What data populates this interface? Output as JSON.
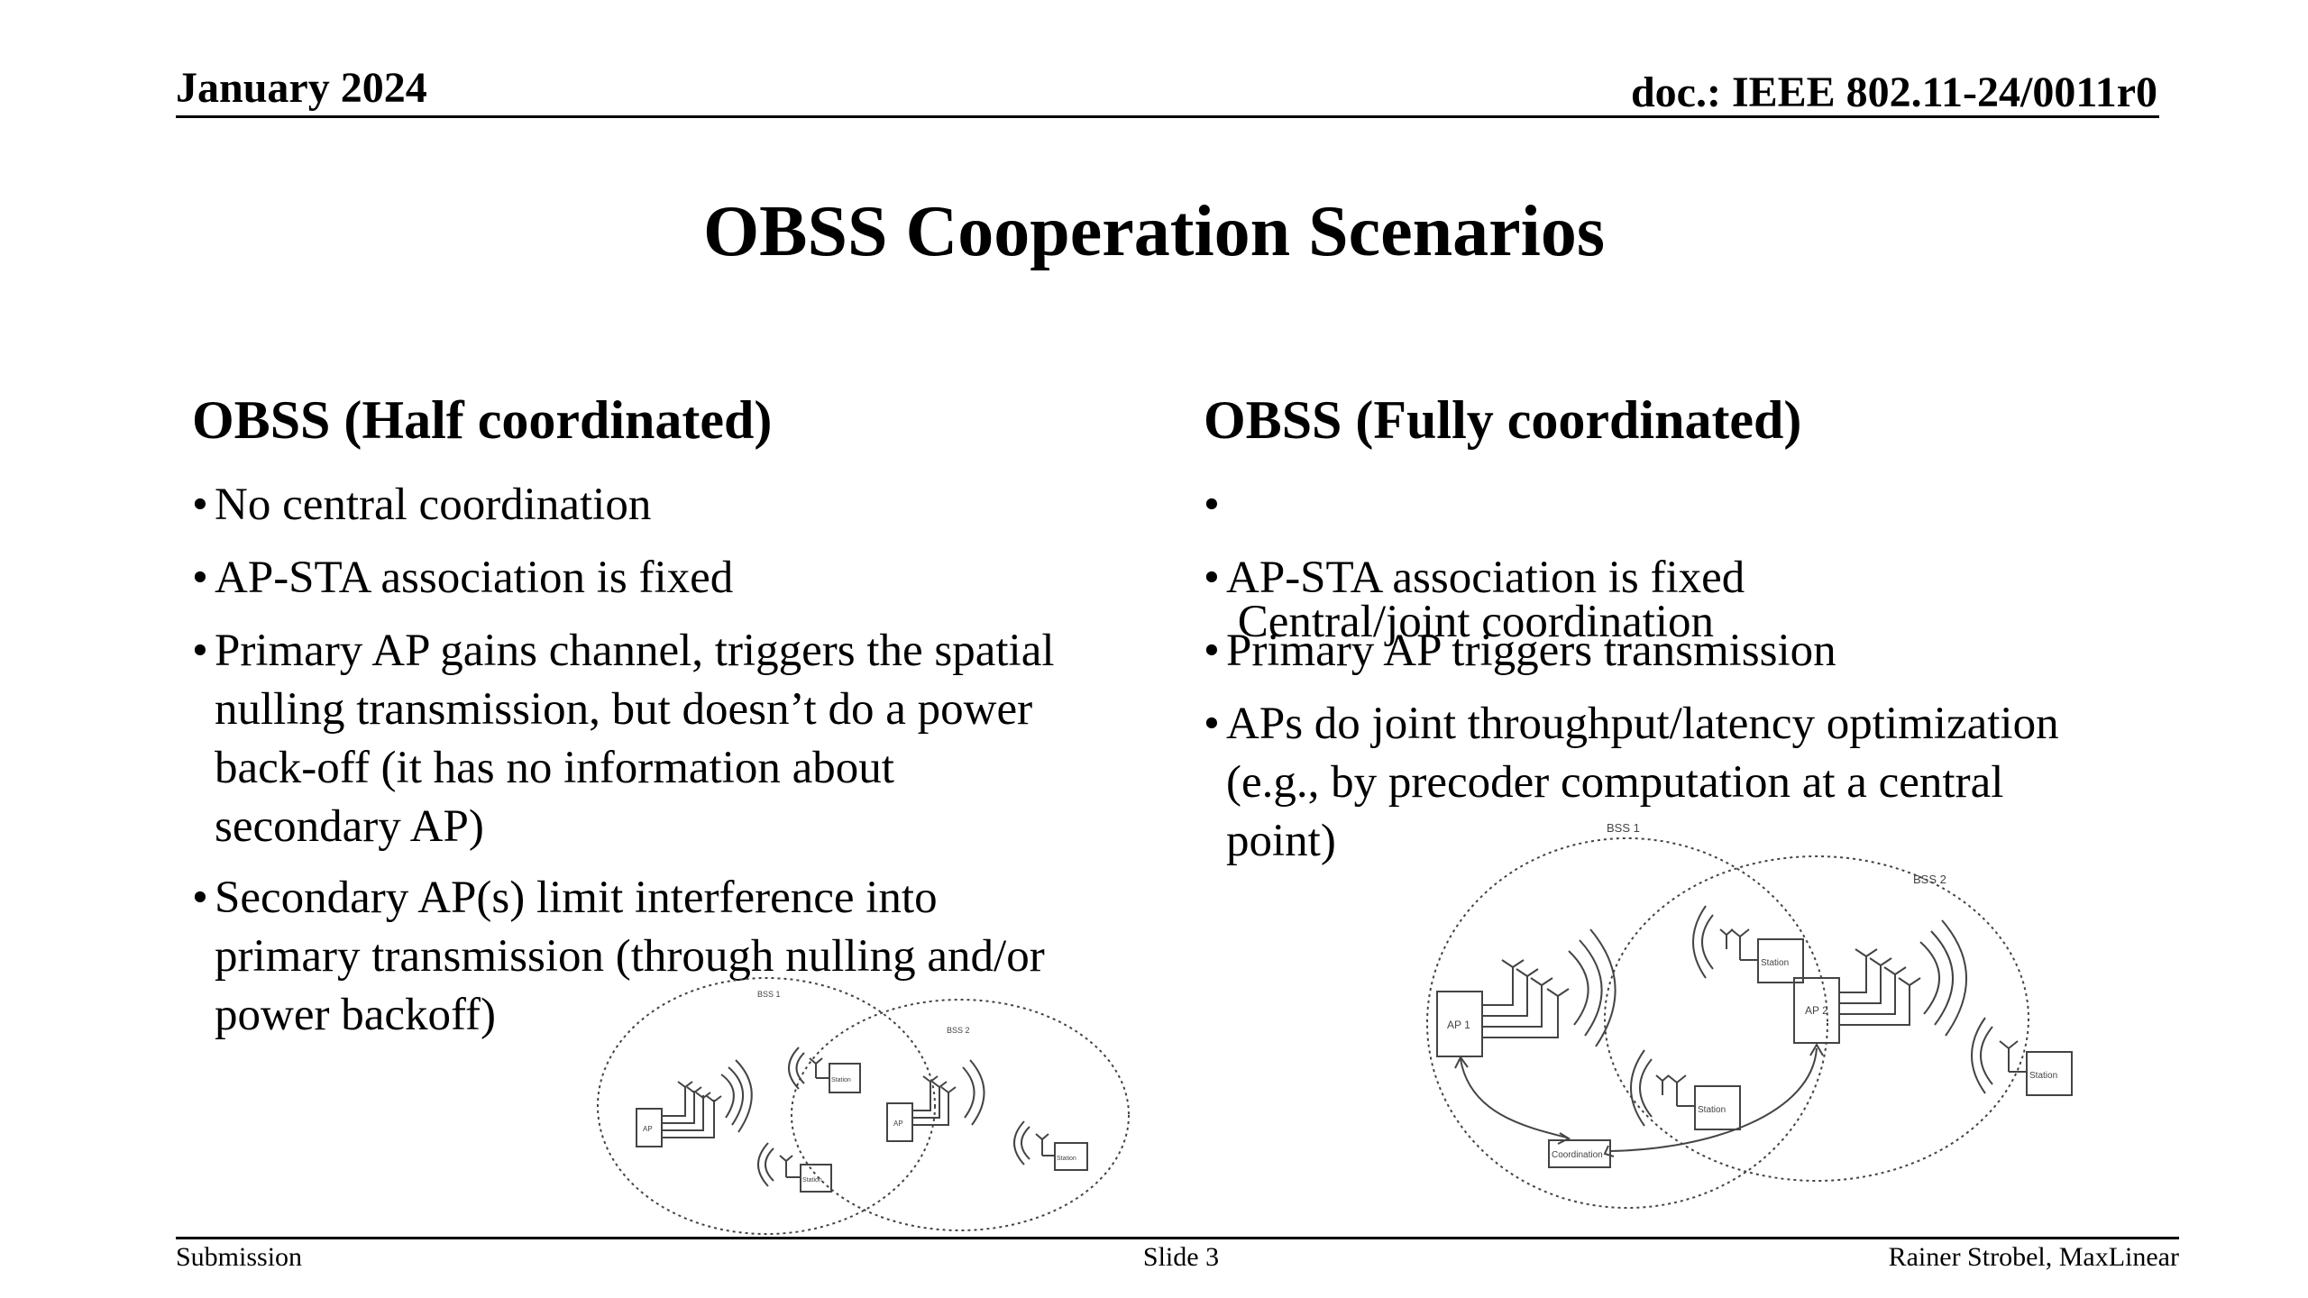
{
  "header": {
    "date": "January 2024",
    "doc": "doc.: IEEE 802.11-24/0011r0"
  },
  "title": "OBSS Cooperation Scenarios",
  "left": {
    "heading": "OBSS (Half coordinated)",
    "bullet_char": "•",
    "bullets": [
      [
        "No central coordination"
      ],
      [
        "AP-STA association is fixed"
      ],
      [
        "Primary AP gains channel, triggers the spatial",
        "nulling transmission, but doesn’t do a power",
        "back-off (it has no information about",
        "secondary AP)"
      ],
      [
        "Secondary AP(s) limit interference into",
        "primary transmission (through nulling and/or",
        "power backoff)"
      ]
    ],
    "diagram": {
      "bss1": "BSS 1",
      "bss2": "BSS 2",
      "ap1": "AP",
      "ap2": "AP",
      "station_a": "Station",
      "station_b": "Station",
      "station_c": "Station"
    }
  },
  "right": {
    "heading": "OBSS (Fully coordinated)",
    "bullet_char": "•",
    "bullets": [
      [
        " Central/joint coordination"
      ],
      [
        "AP-STA association is fixed"
      ],
      [
        "Primary AP triggers transmission"
      ],
      [
        "APs do joint throughput/latency optimization",
        "(e.g., by precoder computation at a central",
        "point)"
      ]
    ],
    "diagram": {
      "bss1": "BSS 1",
      "bss2": "BSS 2",
      "ap1": "AP 1",
      "ap2": "AP 2",
      "station_a": "Station",
      "station_b": "Station",
      "station_c": "Station",
      "coordination": "Coordination"
    }
  },
  "footer": {
    "left": "Submission",
    "center": "Slide 3",
    "right": "Rainer Strobel, MaxLinear"
  }
}
